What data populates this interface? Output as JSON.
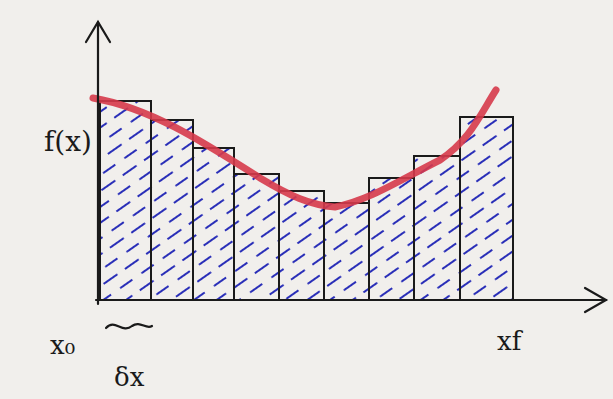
{
  "diagram": {
    "labels": [
      "f(x)",
      "x₀",
      "δx",
      "xf"
    ]
  }
}
